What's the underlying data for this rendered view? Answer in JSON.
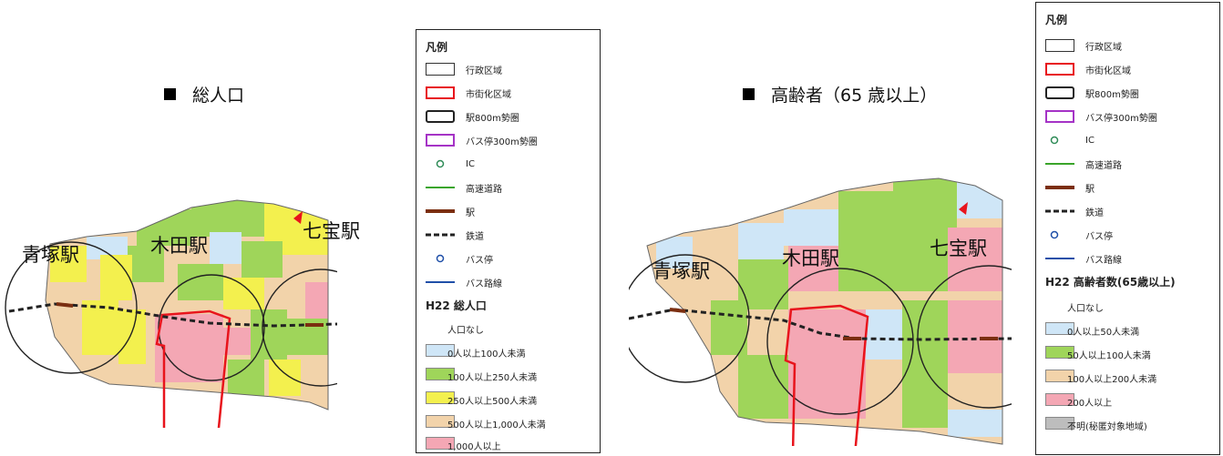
{
  "left": {
    "title": "総人口",
    "stations": {
      "aotsuka": "青塚駅",
      "kida": "木田駅",
      "shippo": "七宝駅"
    }
  },
  "right": {
    "title": "高齢者（65 歳以上）",
    "stations": {
      "aotsuka": "青塚駅",
      "kida": "木田駅",
      "shippo": "七宝駅"
    }
  },
  "legend_left": {
    "title": "凡例",
    "items": {
      "admin": "行政区域",
      "urban": "市街化区域",
      "station_area": "駅800m勢圏",
      "bus_area": "バス停300m勢圏",
      "ic": "IC",
      "expressway": "高速道路",
      "station": "駅",
      "railway": "鉄道",
      "bus_stop": "バス停",
      "bus_route": "バス路線"
    },
    "section": "H22 総人口",
    "classes": [
      {
        "label": "人口なし",
        "color": "#ffffff"
      },
      {
        "label": "0人以上100人未満",
        "color": "#cfe6f7"
      },
      {
        "label": "100人以上250人未満",
        "color": "#9fd55a"
      },
      {
        "label": "250人以上500人未満",
        "color": "#f3f04e"
      },
      {
        "label": "500人以上1,000人未満",
        "color": "#f2d3aa"
      },
      {
        "label": "1,000人以上",
        "color": "#f4a7b4"
      }
    ]
  },
  "legend_right": {
    "title": "凡例",
    "items": {
      "admin": "行政区域",
      "urban": "市街化区域",
      "station_area": "駅800m勢圏",
      "bus_area": "バス停300m勢圏",
      "ic": "IC",
      "expressway": "高速道路",
      "station": "駅",
      "railway": "鉄道",
      "bus_stop": "バス停",
      "bus_route": "バス路線"
    },
    "section": "H22 高齢者数(65歳以上)",
    "classes": [
      {
        "label": "人口なし",
        "color": "#ffffff"
      },
      {
        "label": "0人以上50人未満",
        "color": "#cfe6f7"
      },
      {
        "label": "50人以上100人未満",
        "color": "#9fd55a"
      },
      {
        "label": "100人以上200人未満",
        "color": "#f2d3aa"
      },
      {
        "label": "200人以上",
        "color": "#f4a7b4"
      },
      {
        "label": "不明(秘匿対象地域)",
        "color": "#bdbdbd"
      }
    ]
  },
  "colors": {
    "admin": "#333333",
    "urban": "#e8141c",
    "bus_area": "#a533c6",
    "ic": "#2e8b57",
    "expressway": "#3aa52a",
    "station": "#7b2e10",
    "bus_route": "#1f4fa8"
  }
}
